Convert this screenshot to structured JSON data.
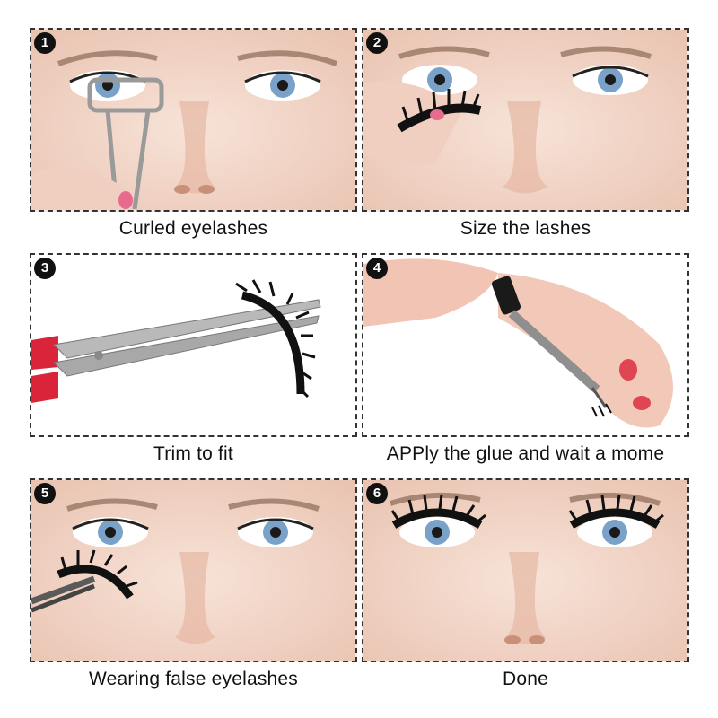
{
  "steps": [
    {
      "number": "1",
      "caption": "Curled eyelashes",
      "tool": "eyelash-curler",
      "image": "face-closeup"
    },
    {
      "number": "2",
      "caption": "Size the lashes",
      "tool": "false-lash-strip",
      "image": "face-closeup"
    },
    {
      "number": "3",
      "caption": "Trim to fit",
      "tool": "scissors",
      "image": "white-background"
    },
    {
      "number": "4",
      "caption": "APPly the glue and wait a mome",
      "tool": "glue-applicator",
      "image": "hand-closeup"
    },
    {
      "number": "5",
      "caption": "Wearing false eyelashes",
      "tool": "tweezers",
      "image": "face-closeup"
    },
    {
      "number": "6",
      "caption": "Done",
      "tool": "false-lashes-applied",
      "image": "face-closeup"
    }
  ],
  "colors": {
    "frame_border": "#333333",
    "badge_bg": "#111111",
    "skin": "#f3dcd0",
    "iris": "#7aa2c8",
    "accent_red": "#d9243a"
  }
}
